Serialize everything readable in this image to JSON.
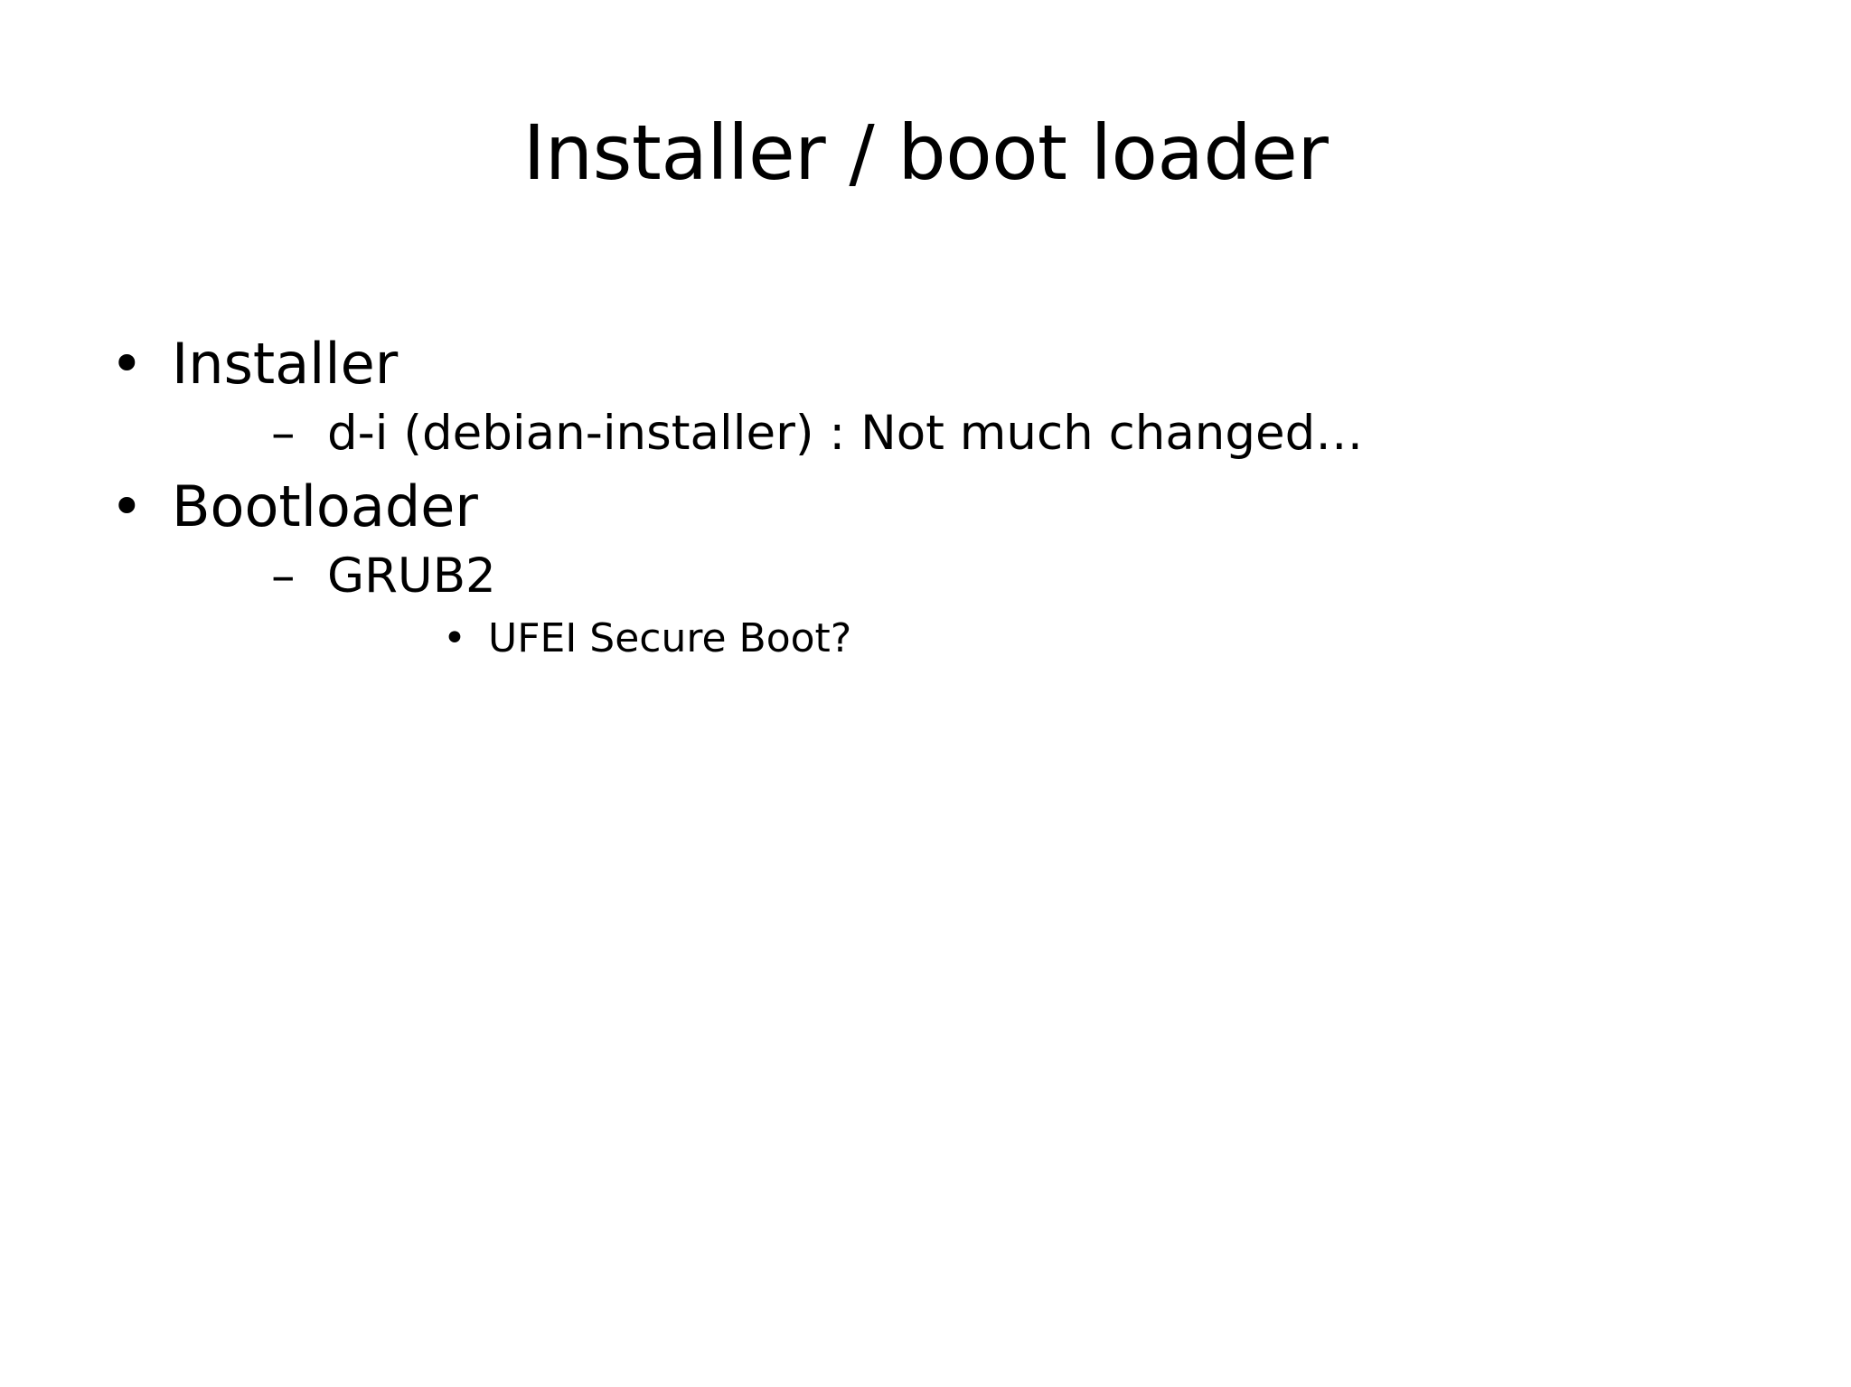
{
  "slide": {
    "title": "Installer / boot loader",
    "background_color": "#ffffff",
    "text_color": "#000000",
    "outline": [
      {
        "level": 1,
        "marker": "•",
        "marker_name": "bullet-dot-icon",
        "text": "Installer"
      },
      {
        "level": 2,
        "marker": "–",
        "marker_name": "bullet-dash-icon",
        "text": "d-i (debian-installer) : Not much changed…"
      },
      {
        "level": 1,
        "marker": "•",
        "marker_name": "bullet-dot-icon",
        "text": "Bootloader"
      },
      {
        "level": 2,
        "marker": "–",
        "marker_name": "bullet-dash-icon",
        "text": "GRUB2"
      },
      {
        "level": 3,
        "marker": "•",
        "marker_name": "bullet-dot-icon",
        "text": "UFEI Secure Boot?"
      }
    ]
  }
}
